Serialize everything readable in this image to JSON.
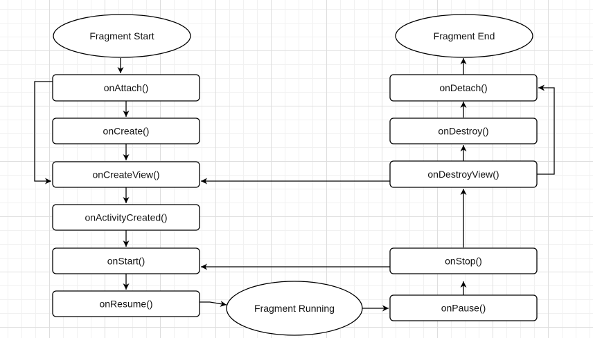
{
  "nodes": {
    "fragment_start": "Fragment Start",
    "on_attach": "onAttach()",
    "on_create": "onCreate()",
    "on_create_view": "onCreateView()",
    "on_activity_created": "onActivityCreated()",
    "on_start": "onStart()",
    "on_resume": "onResume()",
    "fragment_running": "Fragment Running",
    "on_pause": "onPause()",
    "on_stop": "onStop()",
    "on_destroy_view": "onDestroyView()",
    "on_destroy": "onDestroy()",
    "on_detach": "onDetach()",
    "fragment_end": "Fragment End"
  },
  "edges": [
    [
      "fragment_start",
      "on_attach"
    ],
    [
      "on_attach",
      "on_create"
    ],
    [
      "on_create",
      "on_create_view"
    ],
    [
      "on_attach",
      "on_create_view"
    ],
    [
      "on_create_view",
      "on_activity_created"
    ],
    [
      "on_activity_created",
      "on_start"
    ],
    [
      "on_start",
      "on_resume"
    ],
    [
      "on_resume",
      "fragment_running"
    ],
    [
      "fragment_running",
      "on_pause"
    ],
    [
      "on_pause",
      "on_stop"
    ],
    [
      "on_stop",
      "on_start"
    ],
    [
      "on_stop",
      "on_destroy_view"
    ],
    [
      "on_destroy_view",
      "on_create_view"
    ],
    [
      "on_destroy_view",
      "on_destroy"
    ],
    [
      "on_destroy_view",
      "on_detach"
    ],
    [
      "on_destroy",
      "on_detach"
    ],
    [
      "on_detach",
      "fragment_end"
    ]
  ],
  "colors": {
    "stroke": "#000000",
    "fill": "#ffffff",
    "grid": "#dedede"
  }
}
